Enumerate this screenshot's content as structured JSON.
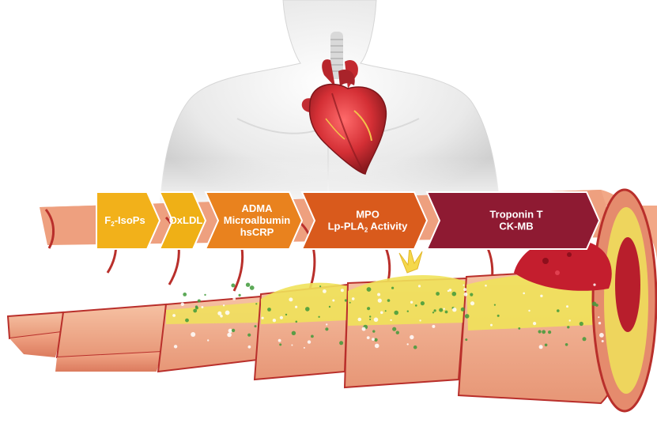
{
  "markers": [
    {
      "id": "f2",
      "lines": [
        "F",
        "-IsoPs"
      ],
      "subscript": "2",
      "color": "#f2b11a"
    },
    {
      "id": "oxldl",
      "lines": [
        "OxLDL"
      ],
      "color": "#efb016"
    },
    {
      "id": "adma",
      "lines": [
        "ADMA",
        "Microalbumin",
        "hsCRP"
      ],
      "color": "#e9821e"
    },
    {
      "id": "mpo",
      "lines": [
        "MPO",
        "Lp-PLA",
        " Activity"
      ],
      "subscript": "2",
      "color": "#d95a1c"
    },
    {
      "id": "trop",
      "lines": [
        "Troponin T",
        "CK-MB"
      ],
      "color": "#8e1a32"
    }
  ],
  "colors": {
    "artery_outer": "#e88f72",
    "artery_wall": "#f3b295",
    "artery_inner": "#f7c5a8",
    "plaque": "#f0e25a",
    "clot": "#c41e2e",
    "heart": "#d8343a"
  },
  "icons": [
    "heart-icon",
    "human-torso-icon",
    "artery-icon",
    "blood-clot-icon"
  ]
}
